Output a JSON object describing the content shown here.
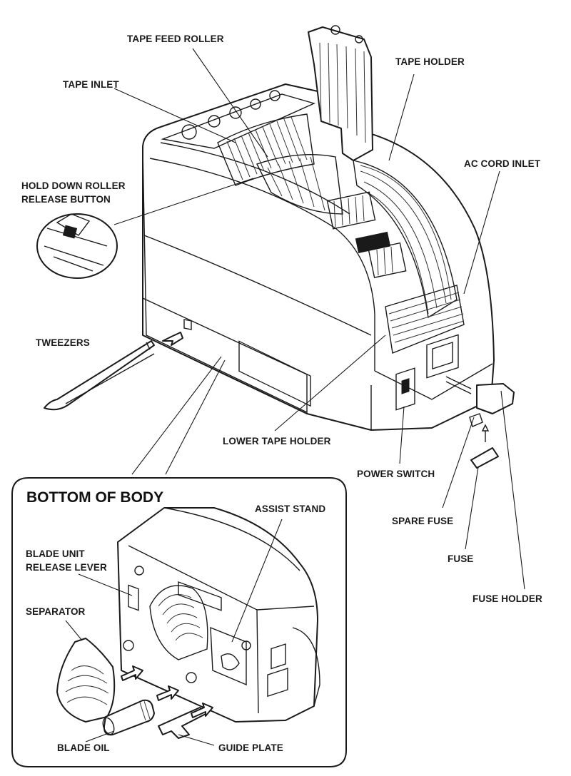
{
  "labels": {
    "tape_feed_roller": "TAPE FEED ROLLER",
    "tape_holder": "TAPE HOLDER",
    "tape_inlet": "TAPE INLET",
    "ac_cord_inlet": "AC CORD INLET",
    "hold_down_roller_line1": "HOLD DOWN ROLLER",
    "hold_down_roller_line2": "RELEASE BUTTON",
    "tweezers": "TWEEZERS",
    "lower_tape_holder": "LOWER TAPE HOLDER",
    "power_switch": "POWER SWITCH",
    "spare_fuse": "SPARE FUSE",
    "fuse": "FUSE",
    "fuse_holder": "FUSE HOLDER"
  },
  "inset": {
    "title": "BOTTOM OF BODY",
    "labels": {
      "assist_stand": "ASSIST STAND",
      "blade_unit_line1": "BLADE UNIT",
      "blade_unit_line2": "RELEASE LEVER",
      "separator": "SEPARATOR",
      "blade_oil": "BLADE OIL",
      "guide_plate": "GUIDE PLATE"
    }
  }
}
